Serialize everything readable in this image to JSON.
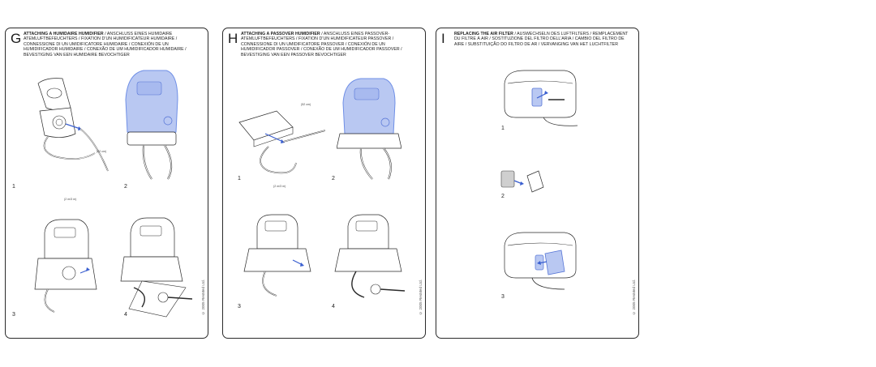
{
  "panels": {
    "g": {
      "letter": "G",
      "title_bold": "ATTACHING A HUMIDAIRE HUMIDIFIER",
      "title_rest": " / ANSCHLUSS EINES HUMIDAIRE ATEMLUFTBEFEUCHTERS / FIXATION D’UN HUMIDIFICATEUR HUMIDAIRE / CONNESSIONE DI UN UMIDIFICATORE HUMIDAIRE / CONEXIÓN DE UN HUMIDIFICADOR HUMIDAIRE / CONEXÃO DE UM HUMIDIFICADOR HUMIDAIRE / BEVESTIGING VAN EEN HUMIDAIRE BEVOCHTIGER",
      "steps": [
        "1",
        "2",
        "3",
        "4"
      ],
      "dim_short": "(52 cm)",
      "dim_long": "(2 m/3 m)",
      "copyright": "© 2005 ResMed Ltd."
    },
    "h": {
      "letter": "H",
      "title_bold": "ATTACHING A PASSOVER HUMIDIFIER",
      "title_rest": " / ANSCHLUSS EINES PASSOVER-ATEMLUFTBEFEUCHTERS / FIXATION D’UN HUMIDIFICATEUR PASSOVER / CONNESSIONE DI UN UMIDIFICATORE PASSOVER / CONEXIÓN DE UN HUMIDIFICADOR PASSOVER / CONEXÃO DE UM HUMIDIFICADOR PASSOVER / BEVESTIGING VAN EEN PASSOVER BEVOCHTIGER",
      "steps": [
        "1",
        "2",
        "3",
        "4"
      ],
      "dim_short": "(52 cm)",
      "dim_long": "(2 m/3 m)",
      "copyright": "© 2005 ResMed Ltd."
    },
    "i": {
      "letter": "I",
      "title_bold": "REPLACING THE AIR FILTER",
      "title_rest": " / AUSWECHSELN DES LUFTFILTERS / REMPLACEMENT DU FILTRE À AIR / SOSTITUZIONE DEL FILTRO DELL’ARIA / CAMBIO DEL FILTRO DE AIRE / SUBSTITUIÇÃO DO FILTRO DE AR / VERVANGING VAN HET LUCHTFILTER",
      "steps": [
        "1",
        "2",
        "3"
      ],
      "copyright": "© 2005 ResMed Ltd."
    }
  },
  "colors": {
    "highlight": "#6f8fe6",
    "highlight_fill": "#b9c8f2",
    "line": "#2a2a2a",
    "arrow": "#3a5fd0"
  }
}
